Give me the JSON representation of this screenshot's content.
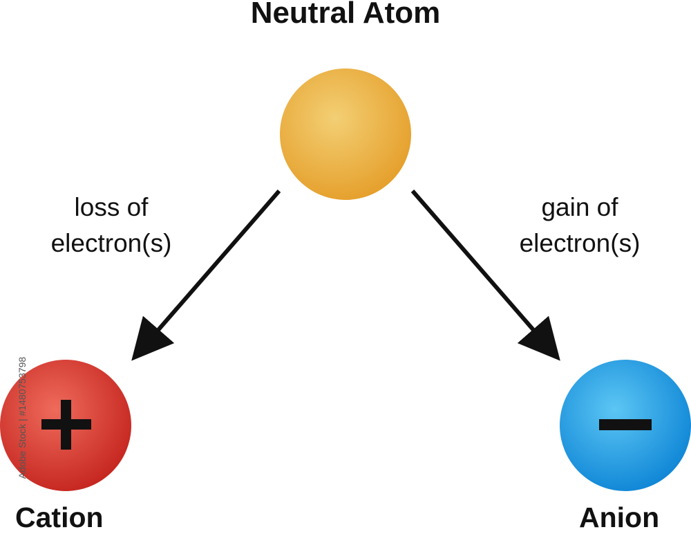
{
  "title": "Neutral Atom",
  "edges": {
    "left": {
      "line1": "loss of",
      "line2": "electron(s)"
    },
    "right": {
      "line1": "gain of",
      "line2": "electron(s)"
    }
  },
  "nodes": {
    "neutral": {
      "color_light": "#f3cf74",
      "color_dark": "#e59f2b"
    },
    "cation": {
      "label": "Cation",
      "symbol": "+",
      "color_light": "#ef6b5c",
      "color_dark": "#c5261f"
    },
    "anion": {
      "label": "Anion",
      "symbol": "−",
      "color_light": "#5cc6f4",
      "color_dark": "#0f86d6"
    }
  },
  "watermark": "Adobe Stock | #1480753798"
}
